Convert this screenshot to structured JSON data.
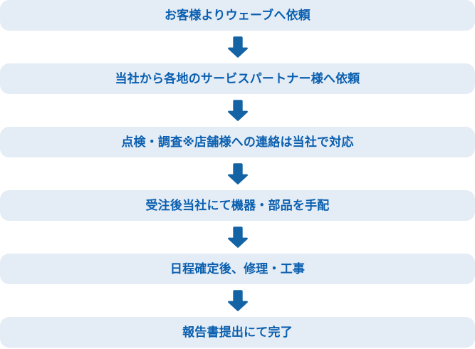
{
  "diagram": {
    "title": "service flow",
    "colors": {
      "box_background": "#e4ecf5",
      "text": "#0a5faf",
      "arrow": "#1464a5",
      "page_background": "#ffffff"
    },
    "arrow_icon_name": "arrow-down-icon",
    "steps": [
      {
        "index": 1,
        "label": "お客様よりウェーブへ依頼"
      },
      {
        "index": 2,
        "label": "当社から各地のサービスパートナー様へ依頼"
      },
      {
        "index": 3,
        "label": "点検・調査※店舗様への連絡は当社で対応"
      },
      {
        "index": 4,
        "label": "受注後当社にて機器・部品を手配"
      },
      {
        "index": 5,
        "label": "日程確定後、修理・工事"
      },
      {
        "index": 6,
        "label": "報告書提出にて完了"
      }
    ],
    "connectors": [
      {
        "index": 1,
        "icon": "arrow-down-icon"
      },
      {
        "index": 2,
        "icon": "arrow-down-icon"
      },
      {
        "index": 3,
        "icon": "arrow-down-icon"
      },
      {
        "index": 4,
        "icon": "arrow-down-icon"
      },
      {
        "index": 5,
        "icon": "arrow-down-icon"
      }
    ]
  }
}
